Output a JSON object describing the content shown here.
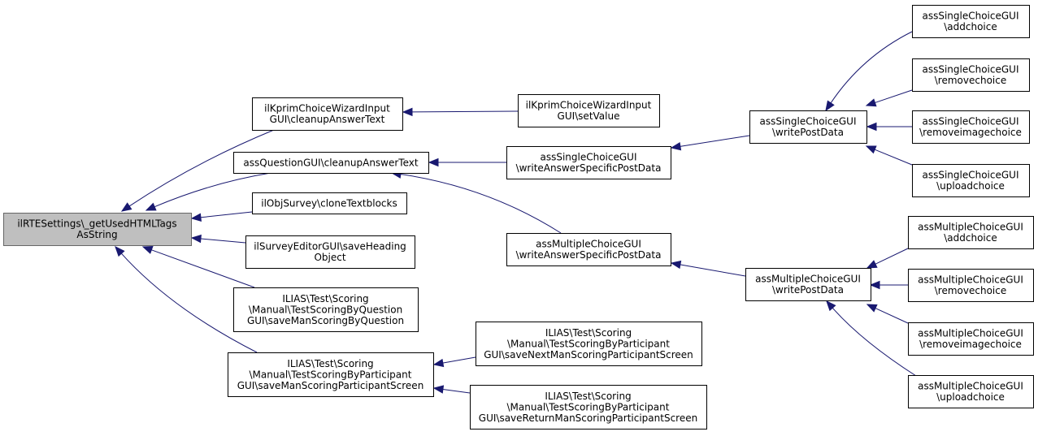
{
  "colors": {
    "edge": "#191970",
    "root_fill": "#bfbfbf",
    "node_fill": "#ffffff",
    "border": "#000000"
  },
  "nodes": [
    {
      "id": "root",
      "lines": [
        "ilRTESettings\\_getUsedHTMLTags",
        "AsString"
      ]
    },
    {
      "id": "kprim-cleanup",
      "lines": [
        "ilKprimChoiceWizardInput",
        "GUI\\cleanupAnswerText"
      ]
    },
    {
      "id": "assq-cleanup",
      "lines": [
        "assQuestionGUI\\cleanupAnswerText"
      ]
    },
    {
      "id": "objsurvey-clone",
      "lines": [
        "ilObjSurvey\\cloneTextblocks"
      ]
    },
    {
      "id": "surveyeditor-save",
      "lines": [
        "ilSurveyEditorGUI\\saveHeading",
        "Object"
      ]
    },
    {
      "id": "scoring-question",
      "lines": [
        "ILIAS\\Test\\Scoring",
        "\\Manual\\TestScoringByQuestion",
        "GUI\\saveManScoringByQuestion"
      ]
    },
    {
      "id": "scoring-participant",
      "lines": [
        "ILIAS\\Test\\Scoring",
        "\\Manual\\TestScoringByParticipant",
        "GUI\\saveManScoringParticipantScreen"
      ]
    },
    {
      "id": "kprim-setvalue",
      "lines": [
        "ilKprimChoiceWizardInput",
        "GUI\\setValue"
      ]
    },
    {
      "id": "single-answer",
      "lines": [
        "assSingleChoiceGUI",
        "\\writeAnswerSpecificPostData"
      ]
    },
    {
      "id": "multi-answer",
      "lines": [
        "assMultipleChoiceGUI",
        "\\writeAnswerSpecificPostData"
      ]
    },
    {
      "id": "scoring-next",
      "lines": [
        "ILIAS\\Test\\Scoring",
        "\\Manual\\TestScoringByParticipant",
        "GUI\\saveNextManScoringParticipantScreen"
      ]
    },
    {
      "id": "scoring-return",
      "lines": [
        "ILIAS\\Test\\Scoring",
        "\\Manual\\TestScoringByParticipant",
        "GUI\\saveReturnManScoringParticipantScreen"
      ]
    },
    {
      "id": "single-post",
      "lines": [
        "assSingleChoiceGUI",
        "\\writePostData"
      ]
    },
    {
      "id": "multi-post",
      "lines": [
        "assMultipleChoiceGUI",
        "\\writePostData"
      ]
    },
    {
      "id": "single-add",
      "lines": [
        "assSingleChoiceGUI",
        "\\addchoice"
      ]
    },
    {
      "id": "single-remove",
      "lines": [
        "assSingleChoiceGUI",
        "\\removechoice"
      ]
    },
    {
      "id": "single-removeimage",
      "lines": [
        "assSingleChoiceGUI",
        "\\removeimagechoice"
      ]
    },
    {
      "id": "single-upload",
      "lines": [
        "assSingleChoiceGUI",
        "\\uploadchoice"
      ]
    },
    {
      "id": "multi-add",
      "lines": [
        "assMultipleChoiceGUI",
        "\\addchoice"
      ]
    },
    {
      "id": "multi-remove",
      "lines": [
        "assMultipleChoiceGUI",
        "\\removechoice"
      ]
    },
    {
      "id": "multi-removeimage",
      "lines": [
        "assMultipleChoiceGUI",
        "\\removeimagechoice"
      ]
    },
    {
      "id": "multi-upload",
      "lines": [
        "assMultipleChoiceGUI",
        "\\uploadchoice"
      ]
    }
  ],
  "edges": [
    {
      "from": "kprim-cleanup",
      "to": "root"
    },
    {
      "from": "assq-cleanup",
      "to": "root"
    },
    {
      "from": "objsurvey-clone",
      "to": "root"
    },
    {
      "from": "surveyeditor-save",
      "to": "root"
    },
    {
      "from": "scoring-question",
      "to": "root"
    },
    {
      "from": "scoring-participant",
      "to": "root"
    },
    {
      "from": "kprim-setvalue",
      "to": "kprim-cleanup"
    },
    {
      "from": "single-answer",
      "to": "assq-cleanup"
    },
    {
      "from": "multi-answer",
      "to": "assq-cleanup"
    },
    {
      "from": "scoring-next",
      "to": "scoring-participant"
    },
    {
      "from": "scoring-return",
      "to": "scoring-participant"
    },
    {
      "from": "single-post",
      "to": "single-answer"
    },
    {
      "from": "multi-post",
      "to": "multi-answer"
    },
    {
      "from": "single-add",
      "to": "single-post"
    },
    {
      "from": "single-remove",
      "to": "single-post"
    },
    {
      "from": "single-removeimage",
      "to": "single-post"
    },
    {
      "from": "single-upload",
      "to": "single-post"
    },
    {
      "from": "multi-add",
      "to": "multi-post"
    },
    {
      "from": "multi-remove",
      "to": "multi-post"
    },
    {
      "from": "multi-removeimage",
      "to": "multi-post"
    },
    {
      "from": "multi-upload",
      "to": "multi-post"
    }
  ]
}
